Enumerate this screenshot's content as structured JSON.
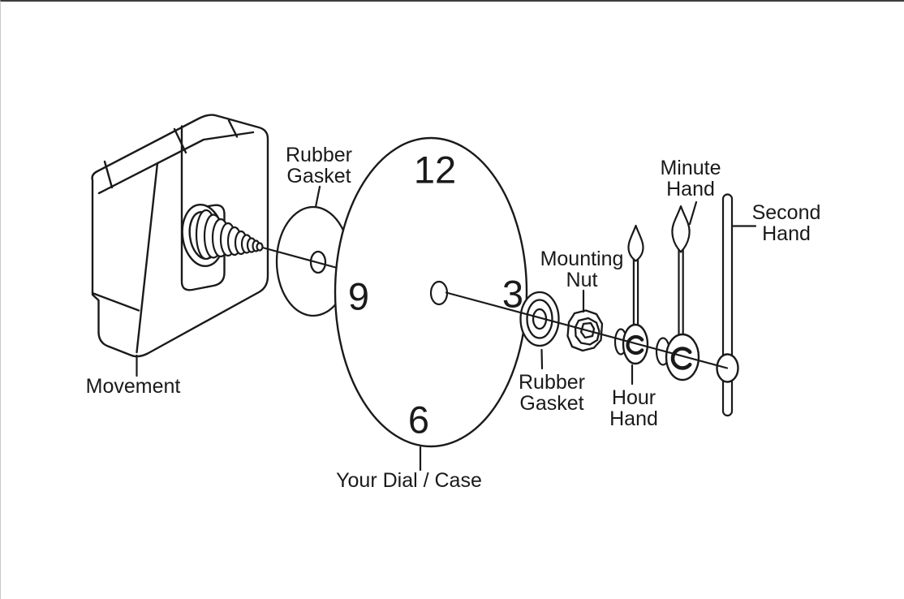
{
  "labels": {
    "movement": "Movement",
    "rubber_gasket_top": [
      "Rubber",
      "Gasket"
    ],
    "mounting_nut": [
      "Mounting",
      "Nut"
    ],
    "rubber_gasket_right": [
      "Rubber",
      "Gasket"
    ],
    "hour_hand": [
      "Hour",
      "Hand"
    ],
    "minute_hand": [
      "Minute",
      "Hand"
    ],
    "second_hand": [
      "Second",
      "Hand"
    ],
    "dial_case": "Your Dial / Case"
  },
  "dial_numerals": {
    "twelve": "12",
    "three": "3",
    "six": "6",
    "nine": "9"
  },
  "colors": {
    "line": "#1a1a1a",
    "background": "#ffffff",
    "top_border": "#3d3d3d"
  }
}
